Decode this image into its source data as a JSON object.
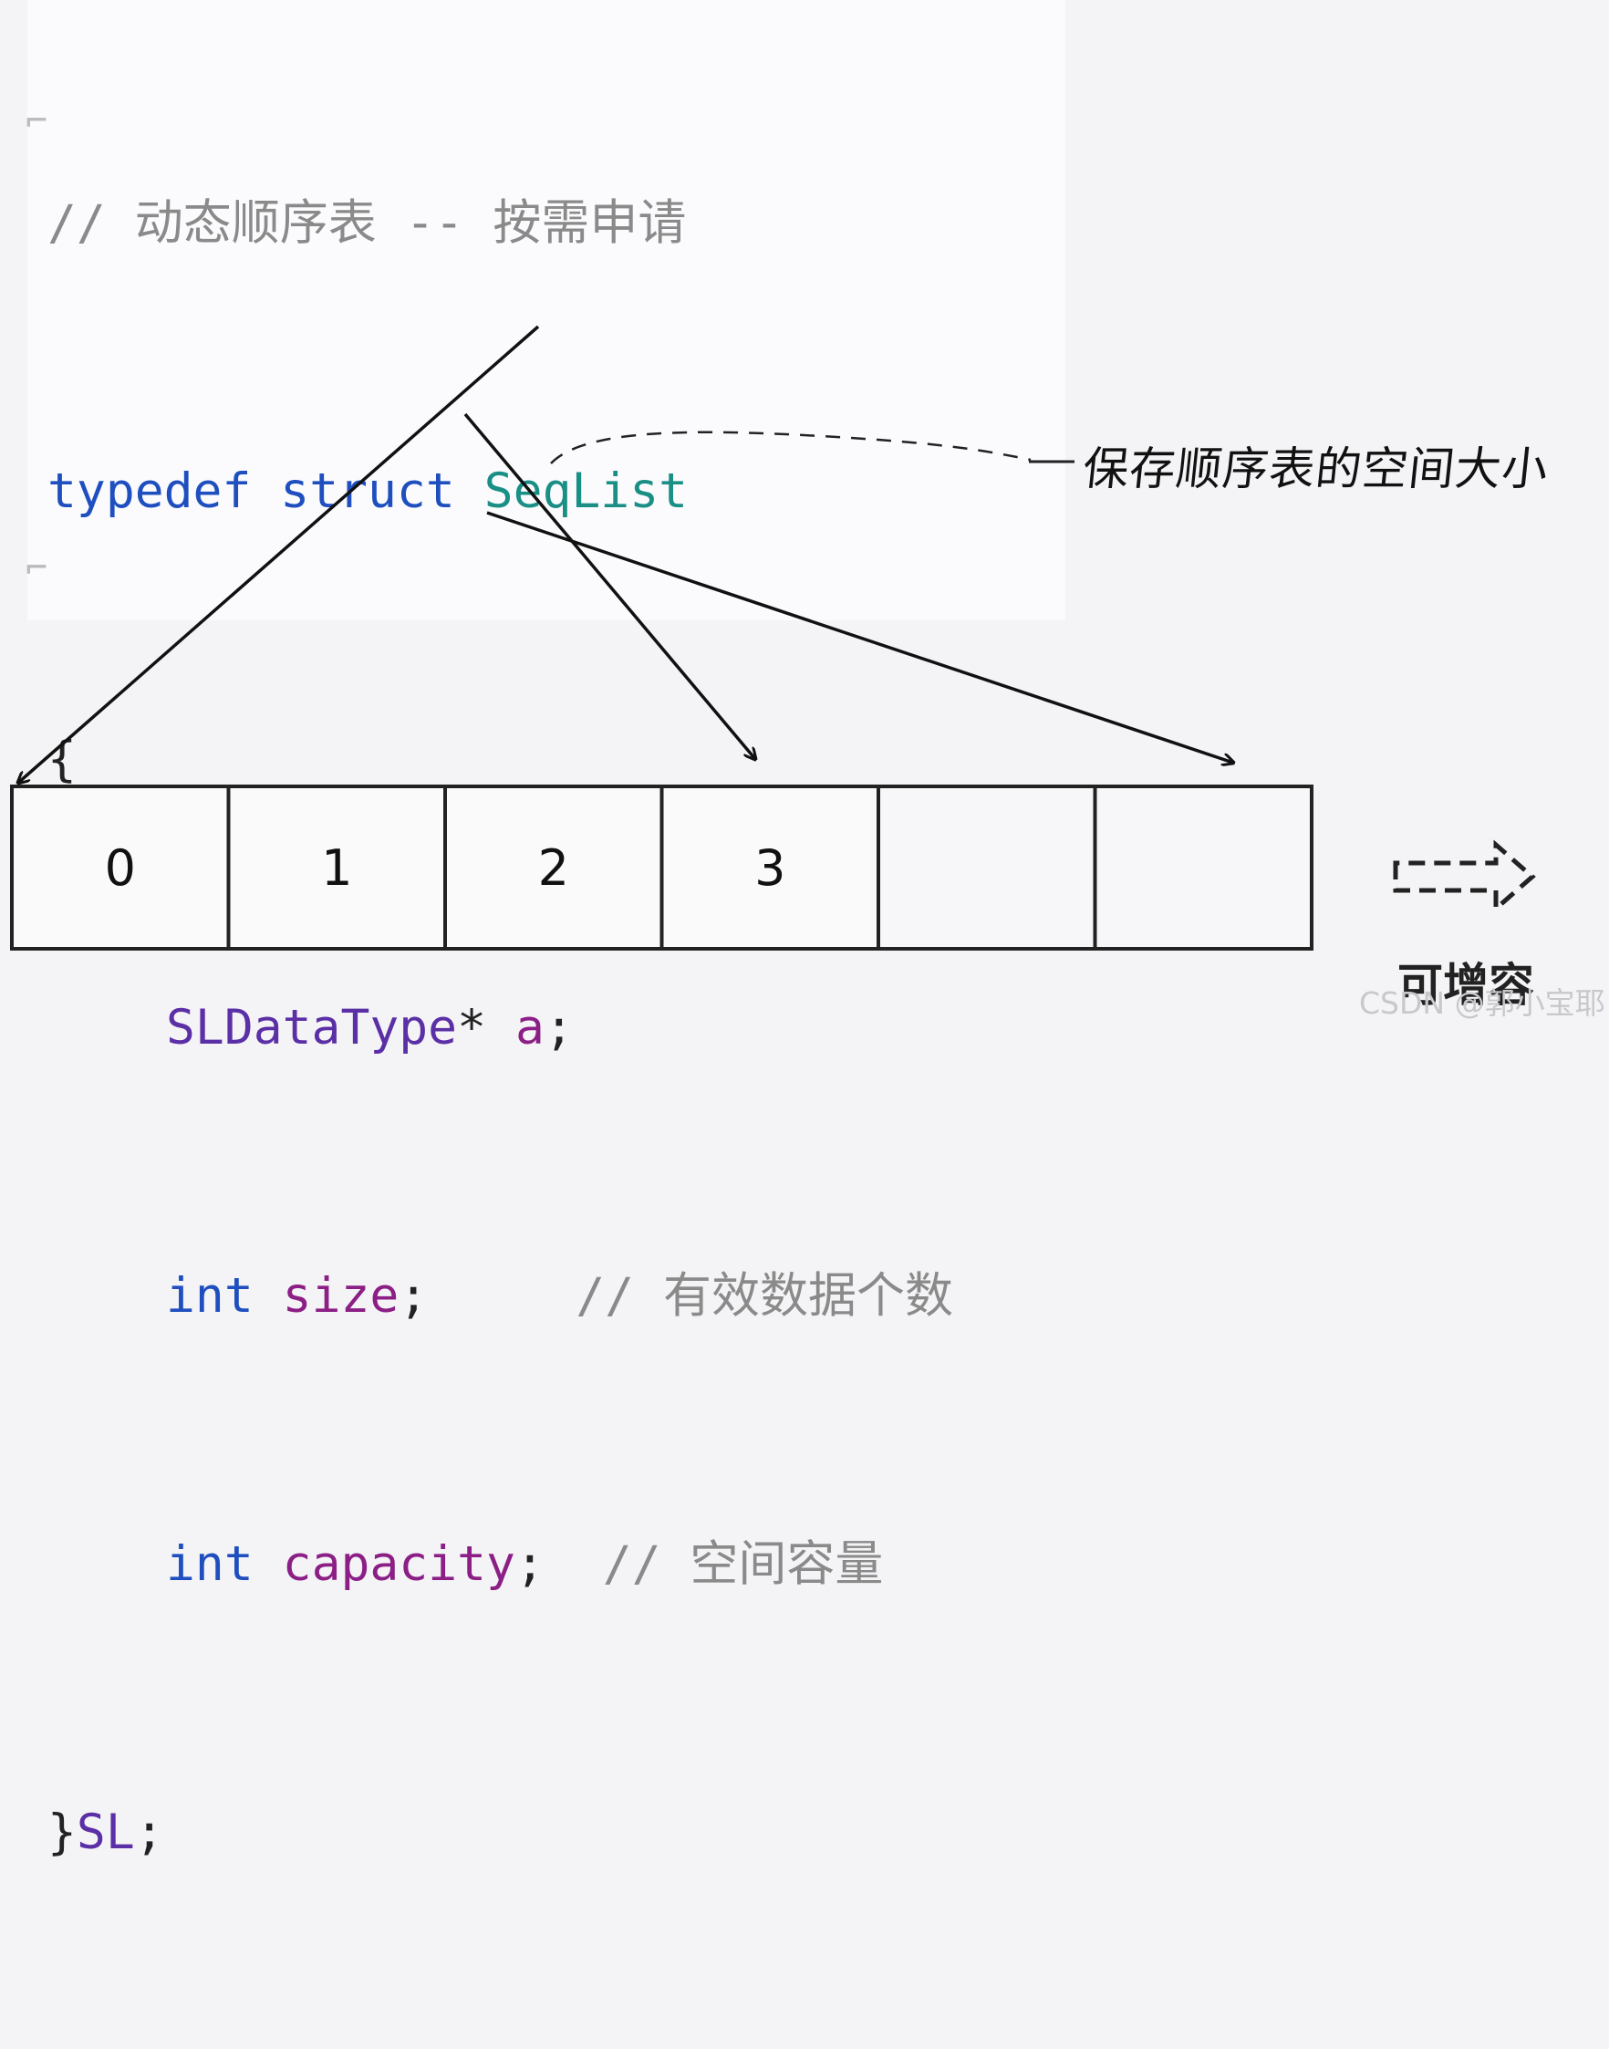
{
  "code": {
    "comment_title": "// 动态顺序表 -- 按需申请",
    "kw_typedef": "typedef",
    "kw_struct": "struct",
    "struct_name": "SeqList",
    "open_brace": "{",
    "member_a_type": "SLDataType",
    "member_a_star": "*",
    "member_a_name": "a",
    "semicolon": ";",
    "kw_int": "int",
    "member_size_name": "size",
    "member_size_comment": "// 有效数据个数",
    "member_capacity_name": "capacity",
    "member_capacity_comment": "// 空间容量",
    "close_brace": "}",
    "alias": "SL",
    "fold_marker": "⌐"
  },
  "annotation": {
    "handwritten": "保存顺序表的空间大小"
  },
  "array": {
    "cells": [
      "0",
      "1",
      "2",
      "3",
      "",
      ""
    ]
  },
  "expand": {
    "label": "可增容"
  },
  "watermark": "CSDN @郭小宝耶",
  "colors": {
    "keyword": "#1f4fbf",
    "struct_name": "#1a8f86",
    "field": "#8b1f86",
    "user_type": "#5b2fa5",
    "comment": "#8a8a8a"
  }
}
